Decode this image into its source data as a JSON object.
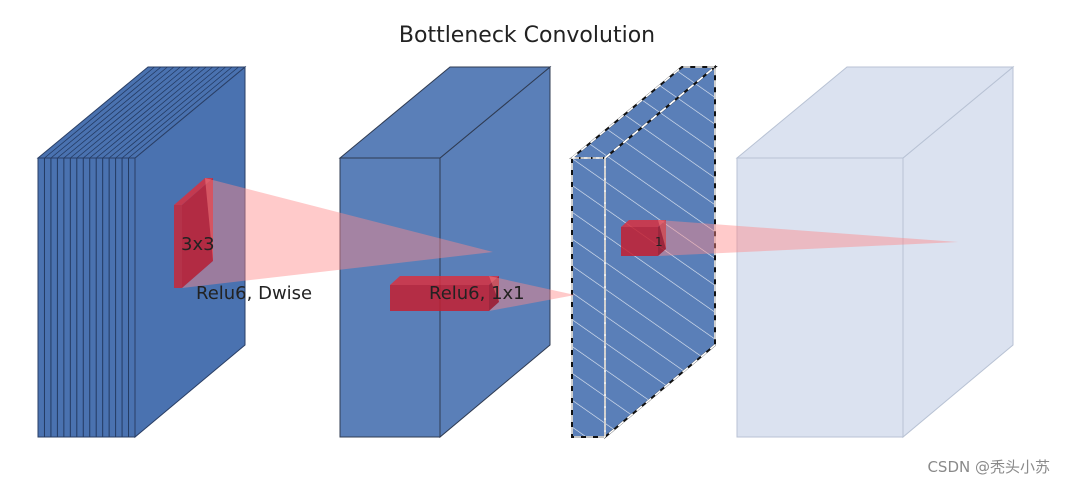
{
  "title": "Bottleneck Convolution",
  "labels": {
    "kernel_3x3": "3x3",
    "relu6_dwise": "Relu6, Dwise",
    "relu6_1x1": "Relu6, 1x1",
    "one": "1"
  },
  "watermark": "CSDN @秃头小苏",
  "colors": {
    "block_face": "#5a7fb8",
    "block_stack_face": "#4a72b0",
    "block_light": "#dbe2f0",
    "kernel_red": "#cc2233",
    "cone_pink": "#ff9a9a"
  },
  "blocks": [
    {
      "name": "input-feature-stack",
      "style": "stacked"
    },
    {
      "name": "expanded-feature-block",
      "style": "solid"
    },
    {
      "name": "linear-bottleneck-block",
      "style": "hatched-dashed"
    },
    {
      "name": "output-feature-block",
      "style": "light"
    }
  ]
}
